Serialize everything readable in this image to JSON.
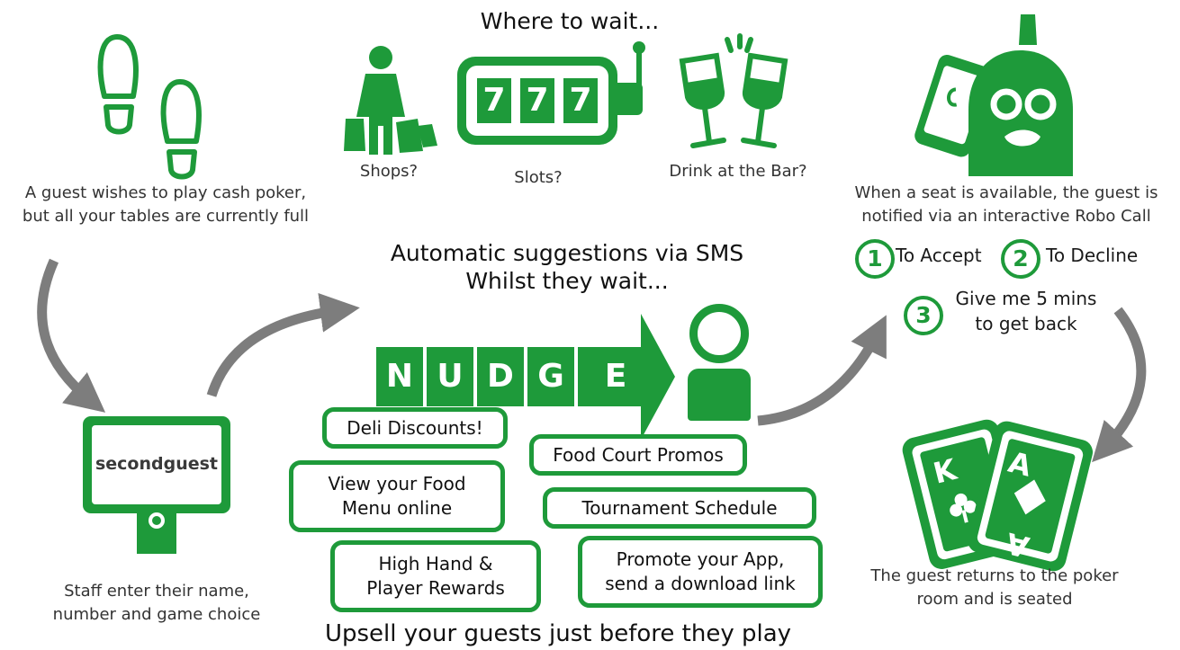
{
  "colors": {
    "accent": "#1e9a3a",
    "arrow": "#7d7d7d"
  },
  "header": {
    "where_title": "Where to wait..."
  },
  "wait_options": [
    {
      "icon": "shopping-bags-icon",
      "label": "Shops?"
    },
    {
      "icon": "slot-machine-icon",
      "label": "Slots?",
      "reels": [
        "7",
        "7",
        "7"
      ]
    },
    {
      "icon": "wine-glasses-icon",
      "label": "Drink at the Bar?"
    }
  ],
  "step1": {
    "icon": "footprints-icon",
    "text": "A guest wishes to play cash poker,\nbut all your tables are currently full"
  },
  "step2": {
    "icon": "monitor-icon",
    "brand": "secondguest",
    "text": "Staff enter their name,\nnumber and game choice"
  },
  "sms": {
    "title_line1": "Automatic suggestions via SMS",
    "title_line2": "Whilst they wait..."
  },
  "nudge": {
    "letters": [
      "N",
      "U",
      "D",
      "G",
      "E"
    ]
  },
  "promos": [
    {
      "label": "Deli Discounts!"
    },
    {
      "label": "Food Court Promos"
    },
    {
      "label": "View your Food\nMenu online"
    },
    {
      "label": "Tournament Schedule"
    },
    {
      "label": "High Hand &\nPlayer Rewards"
    },
    {
      "label": "Promote your App,\nsend a download link"
    }
  ],
  "footer": {
    "upsell": "Upsell your guests just before they play"
  },
  "robo": {
    "icon": "robot-phone-icon",
    "text": "When a seat is available, the guest is\nnotified via an interactive Robo Call",
    "options": [
      {
        "num": "1",
        "label": "To Accept"
      },
      {
        "num": "2",
        "label": "To Decline"
      },
      {
        "num": "3",
        "label": "Give me 5 mins\nto get back"
      }
    ]
  },
  "seated": {
    "icon": "playing-cards-icon",
    "card1": "K",
    "card2": "A",
    "text": "The guest returns to the poker\nroom and is seated"
  }
}
